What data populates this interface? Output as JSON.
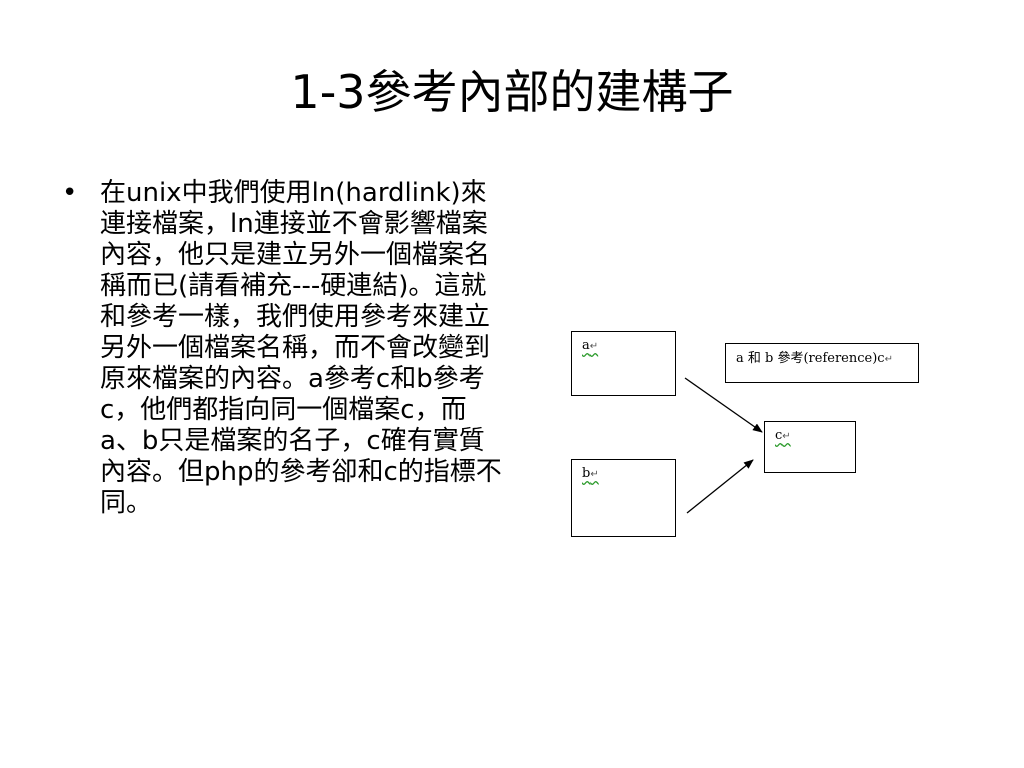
{
  "slide": {
    "title": "1-3參考內部的建構子",
    "bullet_symbol": "•",
    "bullet_text": "在unix中我們使用ln(hardlink)來連接檔案，ln連接並不會影響檔案內容，他只是建立另外一個檔案名稱而已(請看補充---硬連結)。這就和參考一樣，我們使用參考來建立另外一個檔案名稱，而不會改變到原來檔案的內容。a參考c和b參考c，他們都指向同一個檔案c，而a、b只是檔案的名子，c確有實質內容。但php的參考卻和c的指標不同。"
  },
  "diagram": {
    "box_a_label": "a",
    "box_b_label": "b",
    "box_c_label": "c",
    "caption": "a 和 b 參考(reference)c",
    "paragraph_mark": "↵",
    "arrow_color": "#000000",
    "squiggle_color": "#2a9a2a"
  }
}
